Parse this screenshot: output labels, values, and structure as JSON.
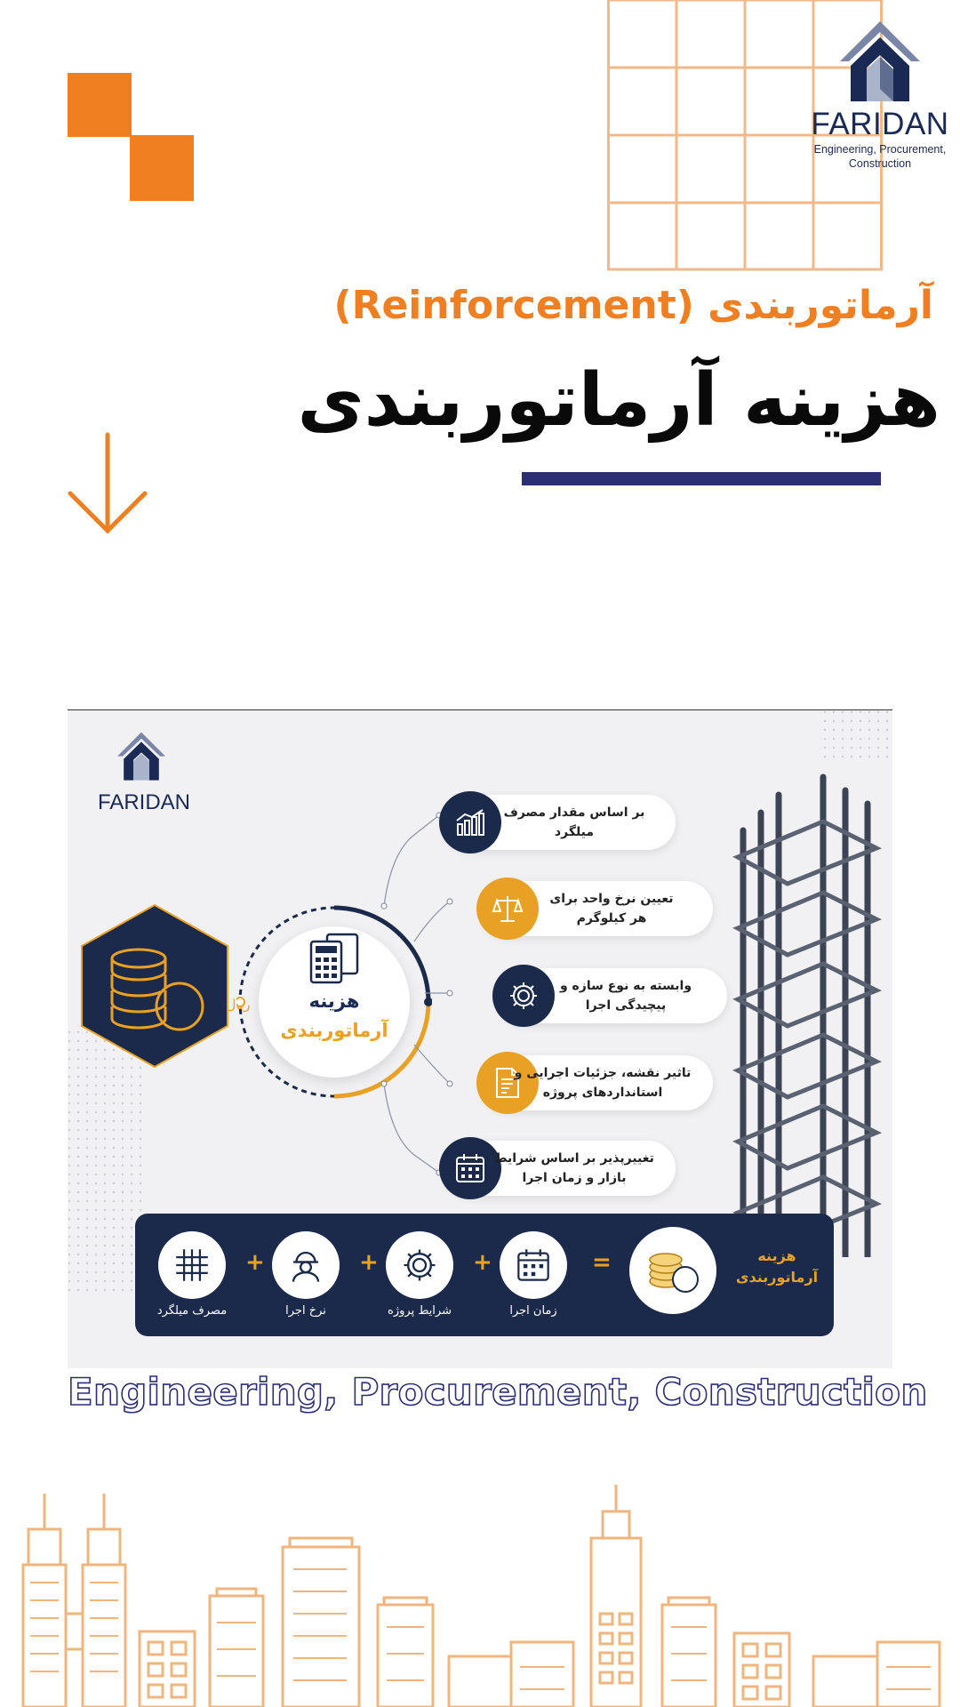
{
  "brand": {
    "name": "FARIDAN",
    "sub_line1": "Engineering, Procurement,",
    "sub_line2": "Construction"
  },
  "header": {
    "subtitle": "آرماتوربندی (Reinforcement)",
    "title": "هزینه آرماتوربندی"
  },
  "colors": {
    "accent_orange": "#f07f22",
    "navy": "#1b2a4a",
    "gold": "#e8a124",
    "title_bar": "#2b2e72"
  },
  "infographic": {
    "brand": "FARIDAN",
    "currency_label": "ریال",
    "center": {
      "line1": "هزینه",
      "line2": "آرماتوربندی"
    },
    "factors": [
      {
        "line1": "بر اساس مقدار مصرف",
        "line2": "میلگرد",
        "icon": "chart-icon",
        "style": "navy"
      },
      {
        "line1": "تعیین نرخ واحد برای",
        "line2": "هر کیلوگرم",
        "icon": "scale-icon",
        "style": "gold"
      },
      {
        "line1": "وابسته به نوع سازه و",
        "line2": "پیچیدگی اجرا",
        "icon": "gear-icon",
        "style": "navy"
      },
      {
        "line1": "تاثیر نقشه، جزئیات اجرایی و",
        "line2": "استانداردهای پروژه",
        "icon": "document-icon",
        "style": "gold"
      },
      {
        "line1": "تغییرپذیر بر اساس شرایط",
        "line2": "بازار و زمان اجرا",
        "icon": "calendar-icon",
        "style": "navy"
      }
    ],
    "formula": {
      "result_line1": "هزینه",
      "result_line2": "آرماتوربندی",
      "equals": "=",
      "plus": "+",
      "terms": [
        {
          "label": "زمان اجرا",
          "icon": "calendar-icon"
        },
        {
          "label": "شرایط پروژه",
          "icon": "gear-icon"
        },
        {
          "label": "نرخ اجرا",
          "icon": "worker-icon"
        },
        {
          "label": "مصرف میلگرد",
          "icon": "rebar-grid-icon"
        }
      ]
    }
  },
  "tagline": "Engineering, Procurement, Construction"
}
